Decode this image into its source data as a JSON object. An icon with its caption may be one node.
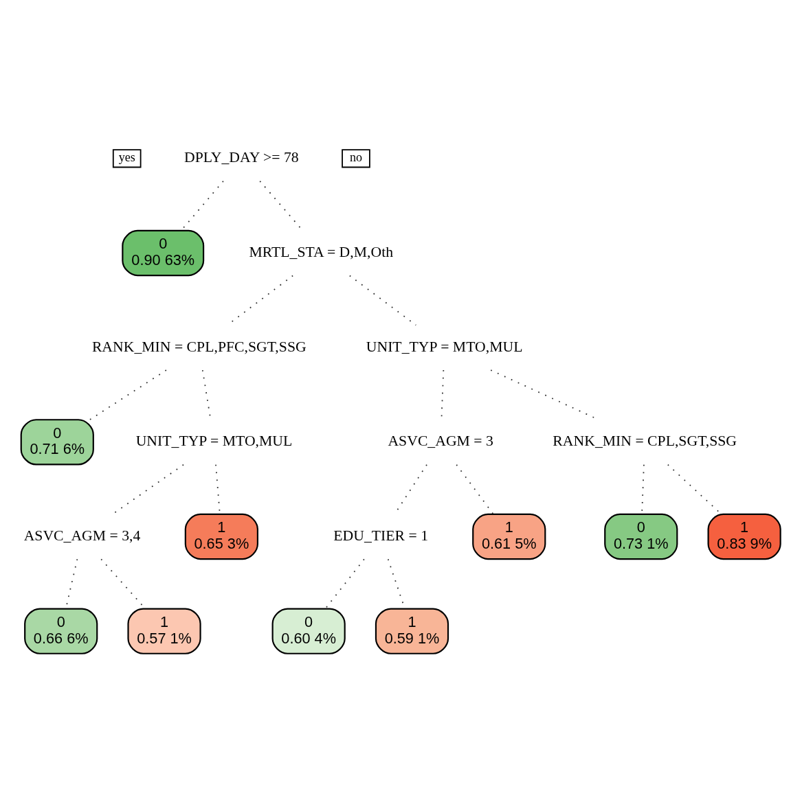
{
  "diagram": {
    "nodes": [
      {
        "text": [
          "DPLY_DAY >= 78"
        ]
      },
      {
        "text": [
          "0",
          "0.90 63%"
        ]
      },
      {
        "text": [
          "MRTL_STA = D,M,Oth"
        ]
      },
      {
        "text": [
          "RANK_MIN = CPL,PFC,SGT,SSG"
        ]
      },
      {
        "text": [
          "UNIT_TYP = MTO,MUL"
        ]
      },
      {
        "text": [
          "0",
          "0.71 6%"
        ]
      },
      {
        "text": [
          "UNIT_TYP = MTO,MUL"
        ]
      },
      {
        "text": [
          "ASVC_AGM = 3"
        ]
      },
      {
        "text": [
          "RANK_MIN = CPL,SGT,SSG"
        ]
      },
      {
        "text": [
          "ASVC_AGM = 3,4"
        ]
      },
      {
        "text": [
          "1",
          "0.65 3%"
        ]
      },
      {
        "text": [
          "EDU_TIER = 1"
        ]
      },
      {
        "text": [
          "1",
          "0.61 5%"
        ]
      },
      {
        "text": [
          "0",
          "0.73 1%"
        ]
      },
      {
        "text": [
          "1",
          "0.83 9%"
        ]
      },
      {
        "text": [
          "0",
          "0.66 6%"
        ]
      },
      {
        "text": [
          "1",
          "0.57 1%"
        ]
      },
      {
        "text": [
          "0",
          "0.60 4%"
        ]
      },
      {
        "text": [
          "1",
          "0.59 1%"
        ]
      }
    ],
    "edges": [
      {
        "from": 0,
        "to": 1,
        "arrow": "none"
      },
      {
        "from": 0,
        "to": 2,
        "arrow": "none"
      },
      {
        "from": 2,
        "to": 3,
        "arrow": "none"
      },
      {
        "from": 2,
        "to": 4,
        "arrow": "none"
      },
      {
        "from": 3,
        "to": 5,
        "arrow": "none"
      },
      {
        "from": 3,
        "to": 6,
        "arrow": "none"
      },
      {
        "from": 4,
        "to": 7,
        "arrow": "none"
      },
      {
        "from": 4,
        "to": 8,
        "arrow": "none"
      },
      {
        "from": 6,
        "to": 9,
        "arrow": "none"
      },
      {
        "from": 6,
        "to": 10,
        "arrow": "none"
      },
      {
        "from": 7,
        "to": 11,
        "arrow": "none"
      },
      {
        "from": 7,
        "to": 12,
        "arrow": "none"
      },
      {
        "from": 8,
        "to": 13,
        "arrow": "none"
      },
      {
        "from": 8,
        "to": 14,
        "arrow": "none"
      },
      {
        "from": 9,
        "to": 15,
        "arrow": "none"
      },
      {
        "from": 9,
        "to": 16,
        "arrow": "none"
      },
      {
        "from": 11,
        "to": 17,
        "arrow": "none"
      },
      {
        "from": 11,
        "to": 18,
        "arrow": "none"
      }
    ],
    "labels": [
      "yes",
      "no"
    ]
  }
}
